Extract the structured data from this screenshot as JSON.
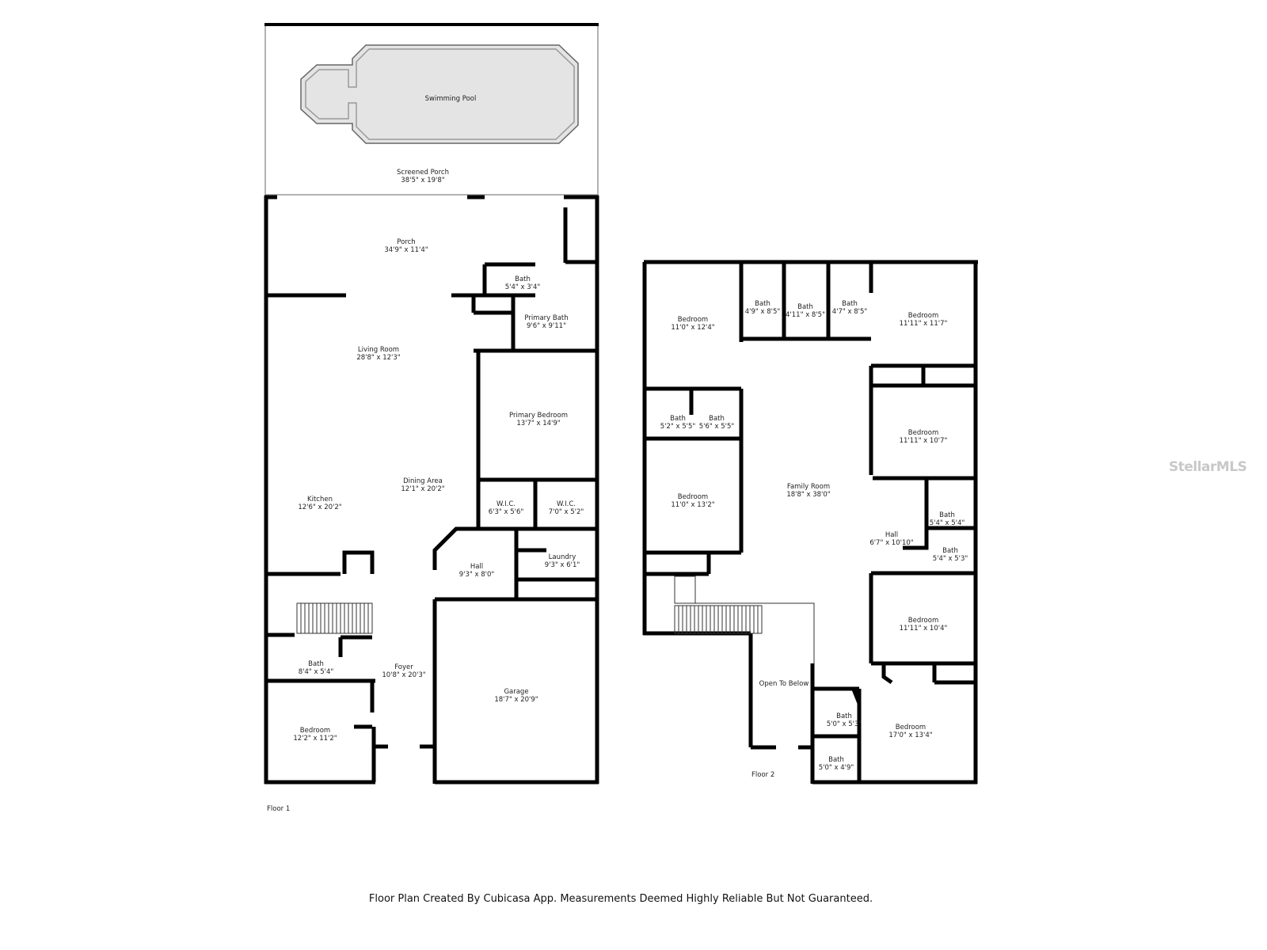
{
  "floor1": {
    "label": "Floor 1",
    "rooms": [
      {
        "name": "Swimming Pool",
        "dims": ""
      },
      {
        "name": "Screened Porch",
        "dims": "38'5\" x 19'8\""
      },
      {
        "name": "Porch",
        "dims": "34'9\" x 11'4\""
      },
      {
        "name": "Bath",
        "dims": "5'4\" x 3'4\""
      },
      {
        "name": "Primary Bath",
        "dims": "9'6\" x 9'11\""
      },
      {
        "name": "Living Room",
        "dims": "28'8\" x 12'3\""
      },
      {
        "name": "Primary Bedroom",
        "dims": "13'7\" x 14'9\""
      },
      {
        "name": "Dining Area",
        "dims": "12'1\" x 20'2\""
      },
      {
        "name": "Kitchen",
        "dims": "12'6\" x 20'2\""
      },
      {
        "name": "W.I.C.",
        "dims": "6'3\" x 5'6\""
      },
      {
        "name": "W.I.C.",
        "dims": "7'0\" x 5'2\""
      },
      {
        "name": "Hall",
        "dims": "9'3\" x 8'0\""
      },
      {
        "name": "Laundry",
        "dims": "9'3\" x 6'1\""
      },
      {
        "name": "Bath",
        "dims": "8'4\" x 5'4\""
      },
      {
        "name": "Foyer",
        "dims": "10'8\" x 20'3\""
      },
      {
        "name": "Garage",
        "dims": "18'7\" x 20'9\""
      },
      {
        "name": "Bedroom",
        "dims": "12'2\" x 11'2\""
      }
    ]
  },
  "floor2": {
    "label": "Floor 2",
    "rooms": [
      {
        "name": "Bedroom",
        "dims": "11'0\" x 12'4\""
      },
      {
        "name": "Bath",
        "dims": "4'9\" x 8'5\""
      },
      {
        "name": "Bath",
        "dims": "4'11\" x 8'5\""
      },
      {
        "name": "Bath",
        "dims": "4'7\" x 8'5\""
      },
      {
        "name": "Bedroom",
        "dims": "11'11\" x 11'7\""
      },
      {
        "name": "Bath",
        "dims": "5'2\" x 5'5\""
      },
      {
        "name": "Bath",
        "dims": "5'6\" x 5'5\""
      },
      {
        "name": "Bedroom",
        "dims": "11'11\" x 10'7\""
      },
      {
        "name": "Family Room",
        "dims": "18'8\" x 38'0\""
      },
      {
        "name": "Bedroom",
        "dims": "11'0\" x 13'2\""
      },
      {
        "name": "Bath",
        "dims": "5'4\" x 5'4\""
      },
      {
        "name": "Hall",
        "dims": "6'7\" x 10'10\""
      },
      {
        "name": "Bath",
        "dims": "5'4\" x 5'3\""
      },
      {
        "name": "Bedroom",
        "dims": "11'11\" x 10'4\""
      },
      {
        "name": "Open To Below",
        "dims": ""
      },
      {
        "name": "Bath",
        "dims": "5'0\" x 5'3\""
      },
      {
        "name": "Bedroom",
        "dims": "17'0\" x 13'4\""
      },
      {
        "name": "Bath",
        "dims": "5'0\" x 4'9\""
      }
    ]
  },
  "footer": "Floor Plan Created By Cubicasa App. Measurements Deemed Highly Reliable But Not Guaranteed.",
  "watermark": "StellarMLS"
}
